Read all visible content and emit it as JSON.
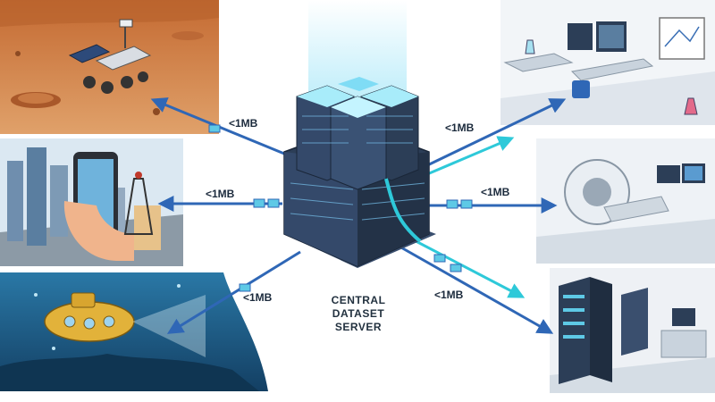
{
  "labels": {
    "mars_link": "<1MB",
    "city_link": "<1MB",
    "ocean_link": "<1MB",
    "lab_link": "<1MB",
    "hospital_link": "<1MB",
    "datacenter_link": "<1MB"
  },
  "center": {
    "line1": "CENTRAL",
    "line2": "DATASET",
    "line3": "SERVER"
  },
  "colors": {
    "arrow_blue": "#2f67b6",
    "arrow_cyan": "#2ec9d9",
    "mars": "#d9884a",
    "ocean": "#1f5f8c",
    "server": "#2c3e57",
    "glow": "#7fdcf5"
  }
}
